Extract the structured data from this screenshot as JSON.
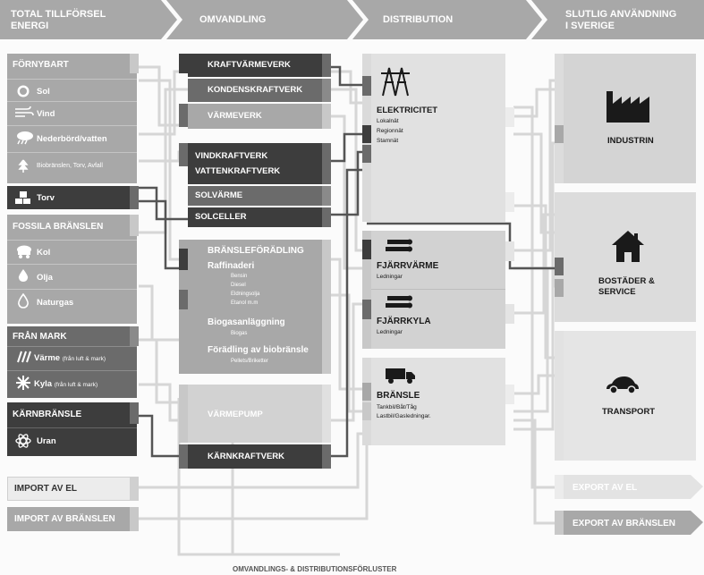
{
  "header": {
    "col1": [
      "TOTAL TILLFÖRSEL",
      "ENERGI"
    ],
    "col2": "OMVANDLING",
    "col3": "DISTRIBUTION",
    "col4": [
      "SLUTLIG ANVÄNDNING",
      "I SVERIGE"
    ]
  },
  "supply": {
    "fornybart": {
      "title": "FÖRNYBART",
      "sol": "Sol",
      "vind": "Vind",
      "nederbord": "Nederbörd/vatten",
      "biobransle": "Biobränslen, Torv, Avfall"
    },
    "torv": "Torv",
    "fossila": {
      "title": "FOSSILA BRÄNSLEN",
      "kol": "Kol",
      "olja": "Olja",
      "naturgas": "Naturgas"
    },
    "fran_mark": {
      "title": "FRÅN MARK",
      "varme": "Värme",
      "varme_sub": "(från luft & mark)",
      "kyla": "Kyla",
      "kyla_sub": "(från luft & mark)"
    },
    "karnbransle": {
      "title": "KÄRNBRÄNSLE",
      "uran": "Uran"
    },
    "import_el": "IMPORT AV EL",
    "import_bransle": "IMPORT AV BRÄNSLEN"
  },
  "conversion": {
    "kraftvarmeverk": "KRAFTVÄRMEVERK",
    "kondenskraftverk": "KONDENSKRAFTVERK",
    "varmeverk": "VÄRMEVERK",
    "vindkraftverk": "VINDKRAFTVERK",
    "vattenkraftverk": "VATTENKRAFTVERK",
    "solvarme": "SOLVÄRME",
    "solceller": "SOLCELLER",
    "bransleforadling": {
      "title": "BRÄNSLEFÖRÄDLING",
      "raffinaderi": "Raffinaderi",
      "products": [
        "Bensin",
        "Diesel",
        "Eldningsolja",
        "Etanol m.m"
      ],
      "biogas": "Biogasanläggning",
      "biogas_sub": "Biogas",
      "foradling": "Förädling av biobränsle",
      "foradling_sub": "Pellets/Briketter"
    },
    "varmepump": "VÄRMEPUMP",
    "karnkraftverk": "KÄRNKRAFTVERK"
  },
  "distribution": {
    "el": {
      "title": "ELEKTRICITET",
      "lines": [
        "Lokalnät",
        "Regionnät",
        "Stamnät"
      ]
    },
    "fjarrvarme": {
      "title": "FJÄRRVÄRME",
      "sub": "Ledningar"
    },
    "fjarrkyla": {
      "title": "FJÄRRKYLA",
      "sub": "Ledningar"
    },
    "bransle": {
      "title": "BRÄNSLE",
      "lines": [
        "Tankbil/Båt/Tåg",
        "Lastbil/Gasledningar."
      ]
    }
  },
  "end_use": {
    "industrin": "INDUSTRIN",
    "bostader": [
      "BOSTÄDER &",
      "SERVICE"
    ],
    "transport": "TRANSPORT",
    "export_el": "EXPORT AV EL",
    "export_bransle": "EXPORT AV BRÄNSLEN"
  },
  "footer": "OMVANDLINGS- & DISTRIBUTIONSFÖRLUSTER",
  "colors": {
    "light_gray": "#a8a8a8",
    "mid_gray": "#6b6b6b",
    "dark_gray": "#3d3d3d",
    "panel_gray": "#dcdcdc",
    "line_gray": "#d2d2d2"
  }
}
